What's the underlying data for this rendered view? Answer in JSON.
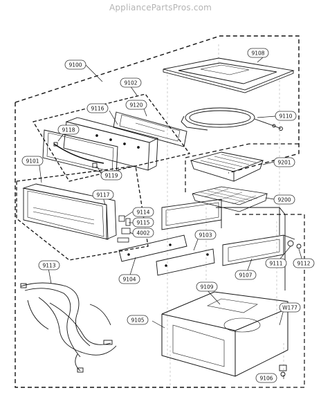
{
  "site": {
    "watermark": "AppliancePartsPros.com"
  },
  "parts": {
    "p9100": "9100",
    "p9108": "9108",
    "p9102": "9102",
    "p9120": "9120",
    "p9116": "9116",
    "p9110": "9110",
    "p9118": "9118",
    "p9119": "9119",
    "p9101": "9101",
    "p9201": "9201",
    "p9117": "9117",
    "p9114": "9114",
    "p9115": "9115",
    "p4002": "4002",
    "p9200": "9200",
    "p9103": "9103",
    "p9104": "9104",
    "p9111": "9111",
    "p9112": "9112",
    "p9107": "9107",
    "p9113": "9113",
    "p9109": "9109",
    "p9105": "9105",
    "pW177": "W177",
    "p9106": "9106"
  }
}
